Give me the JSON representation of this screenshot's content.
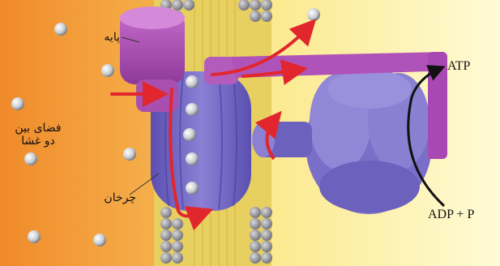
{
  "labels": {
    "base": "پایه",
    "intermembrane_space_line1": "فضای بین",
    "intermembrane_space_line2": "دو غشا",
    "rotor": "چرخان",
    "atp": "ATP",
    "adp_p": "ADP + P"
  },
  "colors": {
    "intermembrane_space": "#f3a13c",
    "matrix": "#fbf4a8",
    "membrane_core": "#e8d060",
    "lipid_head": "#9a9aa0",
    "stator_purple": "#b052b8",
    "rotor_blue": "#7d72c6",
    "arrow_red": "#e2262d",
    "arrow_black": "#111111",
    "proton": "#c9cdd2"
  }
}
